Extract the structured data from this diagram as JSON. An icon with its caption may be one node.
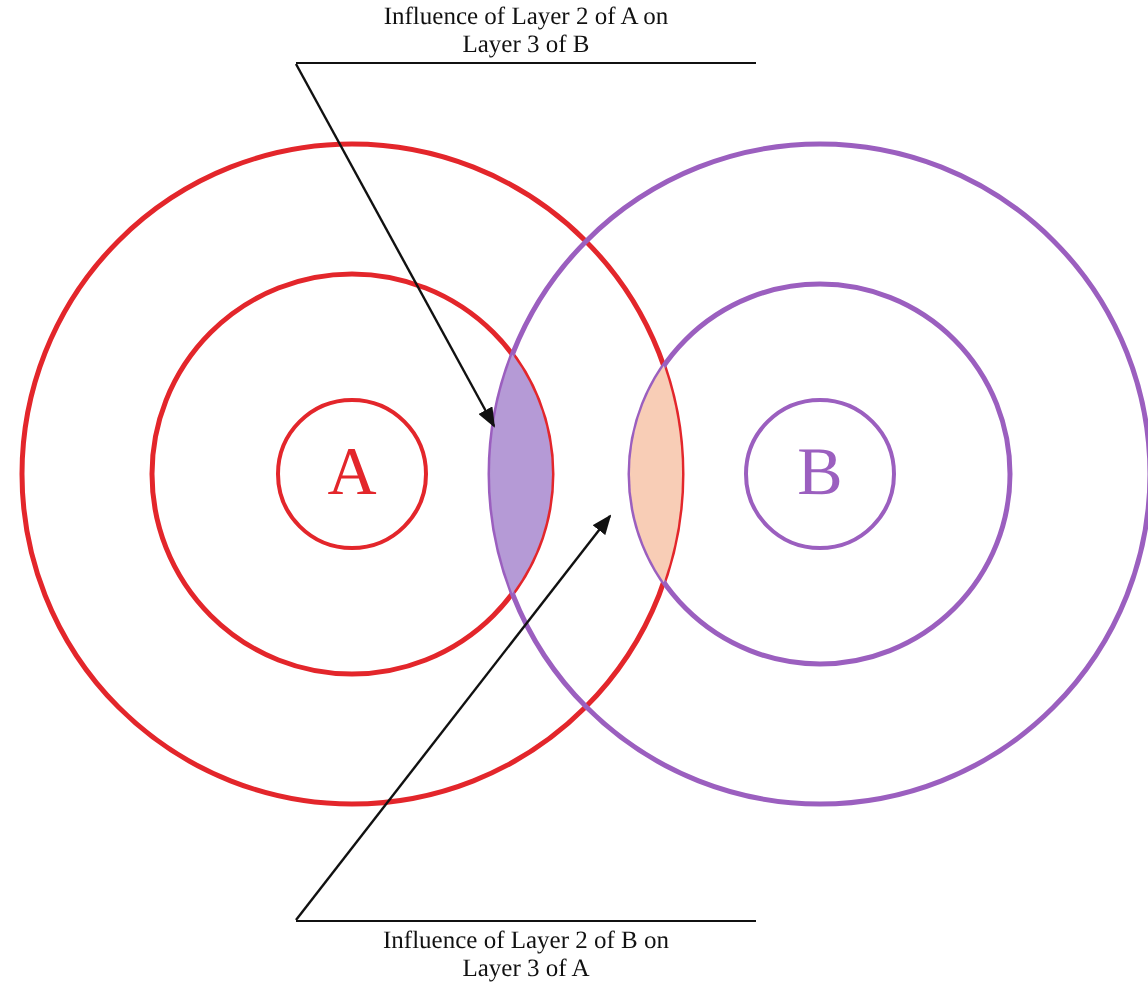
{
  "diagram": {
    "nodes": [
      {
        "text": [
          "Influence of Layer 2 of A on Layer 3 of B"
        ]
      },
      {
        "text": [],
        "shape": "lens"
      },
      {
        "text": [
          "A"
        ]
      },
      {
        "text": [
          "B"
        ]
      },
      {
        "text": [],
        "shape": "lens"
      },
      {
        "text": [
          "Influence of Layer 2 of B on Layer 3 of A"
        ]
      }
    ],
    "edges": [
      {
        "from": 0,
        "to": 1,
        "arrow": "to"
      },
      {
        "from": 5,
        "to": 4,
        "arrow": "to"
      }
    ]
  }
}
